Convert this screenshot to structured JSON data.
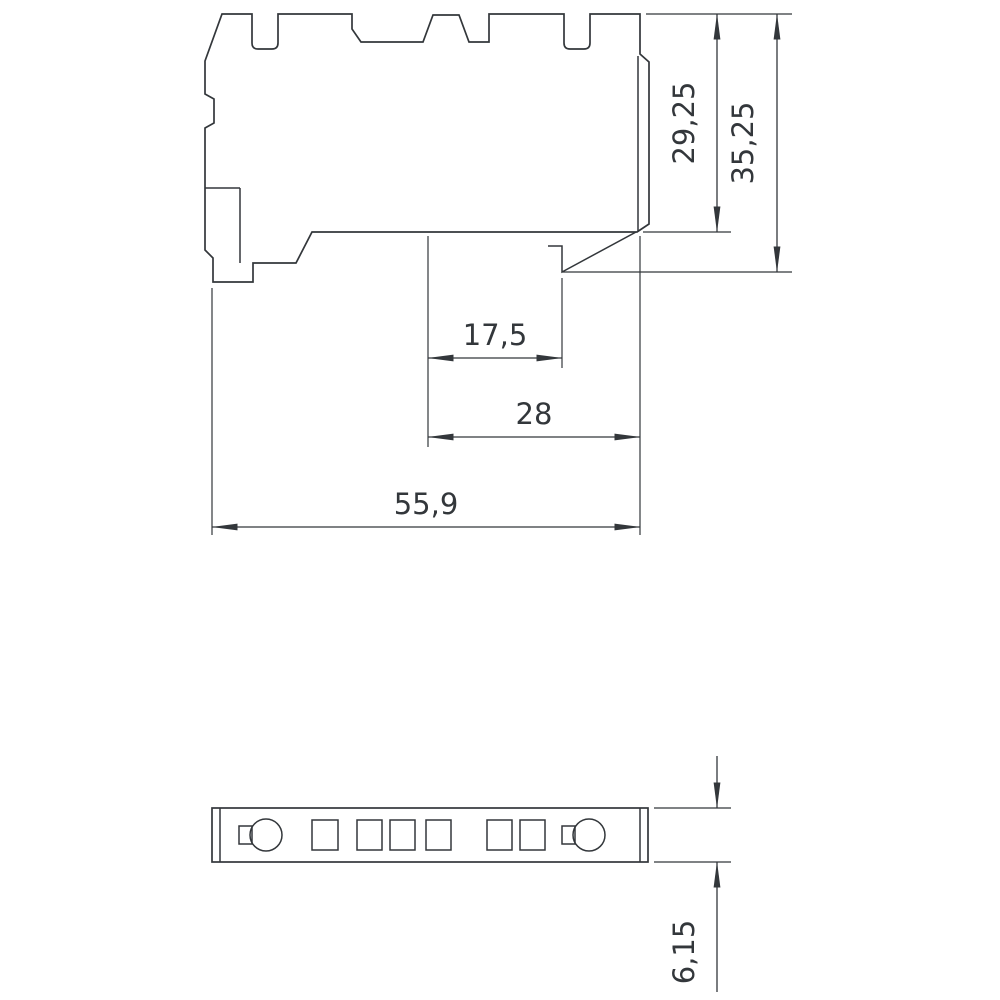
{
  "drawing": {
    "background": "#ffffff",
    "line_color": "#33373b",
    "dimensions": {
      "side_height_inner": "29,25",
      "side_height_total": "35,25",
      "width_inner": "17,5",
      "width_mid": "28",
      "width_total": "55,9",
      "profile_thickness": "6,15"
    }
  }
}
